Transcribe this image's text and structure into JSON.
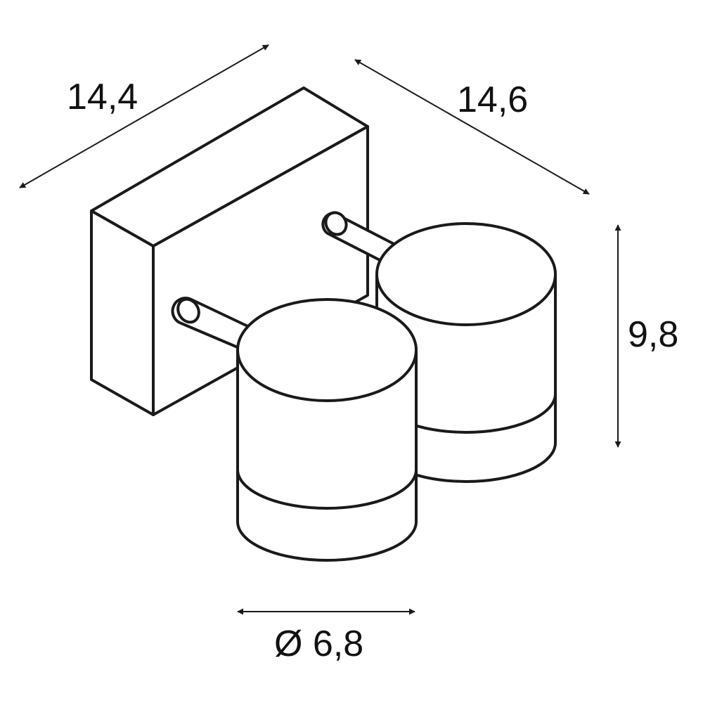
{
  "dimensions": {
    "width": "14,4",
    "depth": "14,6",
    "height": "9,8",
    "diameter": "Ø 6,8"
  }
}
